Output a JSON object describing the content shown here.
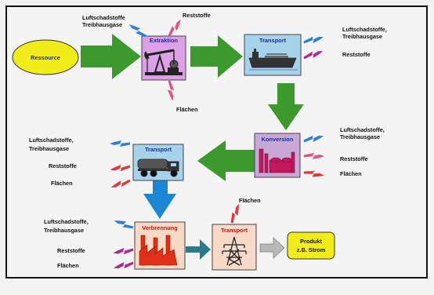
{
  "nodes": {
    "ressource": "Ressource",
    "extraktion": "Extraktion",
    "transport_ship": "Transport",
    "konversion": "Konversion",
    "transport_truck": "Transport",
    "verbrennung": "Verbrennung",
    "transport_power": "Transport",
    "produkt_line1": "Produkt",
    "produkt_line2": "z.B. Strom"
  },
  "emissions": {
    "luftschad": "Luftschadstoffe,",
    "luftschad_nocomma": "Luftschadstoffe",
    "treibhaus": "Treibhausgase",
    "reststoffe": "Reststoffe",
    "flaechen": "Flächen"
  },
  "colors": {
    "ressource_fill": "#f2ec1a",
    "extraktion_fill": "#dca0e6",
    "transport_fill": "#a6d2ec",
    "konversion_fill": "#c7a8d6",
    "verbrennung_fill": "#f6dac6",
    "transport_power_fill": "#f6dac6",
    "produkt_fill": "#f2ec1a",
    "green_arrow": "#3c9a2d",
    "blue_arrow": "#1b87d4",
    "teal_arrow": "#287b87",
    "gray_arrow": "#b9b9b9",
    "lightning_blue": "#2e7fd9",
    "lightning_magenta": "#b3268e",
    "lightning_pink": "#e05080",
    "lightning_red": "#e0383a"
  }
}
